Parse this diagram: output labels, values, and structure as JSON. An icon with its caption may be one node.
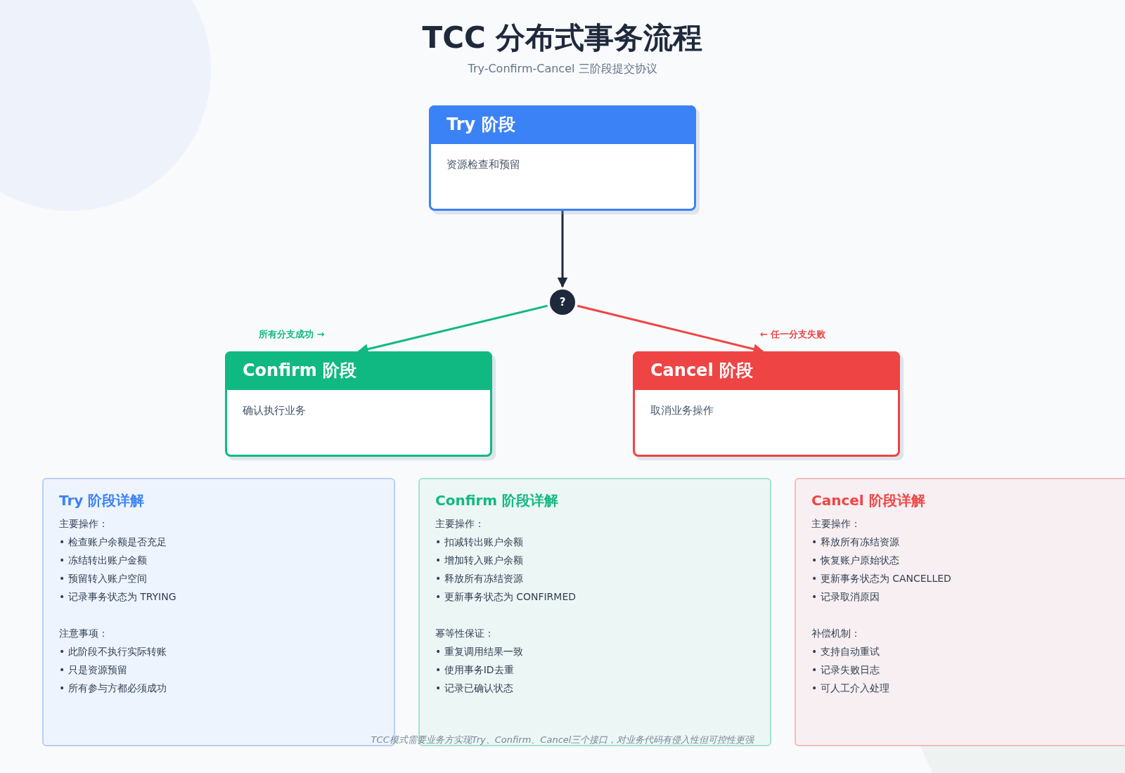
{
  "diagram": {
    "title": "TCC 分布式事务流程",
    "nodes": [
      {
        "text": [
          "Try 阶段",
          "资源检查和预留"
        ]
      },
      {
        "text": [
          "?"
        ]
      },
      {
        "text": [
          "Confirm 阶段",
          "确认执行业务"
        ]
      },
      {
        "text": [
          "Cancel 阶段",
          "取消业务操作"
        ]
      },
      {
        "text": [
          "Try 阶段详解",
          "主要操作：",
          "• 检查账户余额是否充足",
          "• 冻结转出账户金额",
          "• 预留转入账户空间",
          "• 记录事务状态为 TRYING",
          "注意事项：",
          "• 此阶段不执行实际转账",
          "• 只是资源预留",
          "• 所有参与方都必须成功"
        ]
      },
      {
        "text": [
          "Confirm 阶段详解",
          "主要操作：",
          "• 扣减转出账户余额",
          "• 增加转入账户余额",
          "• 释放所有冻结资源",
          "• 更新事务状态为 CONFIRMED",
          "幂等性保证：",
          "• 重复调用结果一致",
          "• 使用事务ID去重",
          "• 记录已确认状态"
        ]
      },
      {
        "text": [
          "Cancel 阶段详解",
          "主要操作：",
          "• 释放所有冻结资源",
          "• 恢复账户原始状态",
          "• 更新事务状态为 CANCELLED",
          "• 记录取消原因",
          "补偿机制：",
          "• 支持自动重试",
          "• 记录失败日志",
          "• 可人工介入处理"
        ]
      }
    ],
    "edges": [
      {
        "from": 0,
        "to": 1,
        "arrow": "to",
        "color": "#1e293b"
      },
      {
        "from": 1,
        "to": 2,
        "arrow": "to",
        "label": "所有分支成功 →",
        "color": "#10b981"
      },
      {
        "from": 1,
        "to": 3,
        "arrow": "to",
        "label": "← 任一分支失败",
        "color": "#ef4444"
      }
    ],
    "labels": [
      "Try-Confirm-Cancel 三阶段提交协议",
      "TCC模式需要业务方实现Try、Confirm、Cancel三个接口，对业务代码有侵入性但可控性更强"
    ]
  }
}
